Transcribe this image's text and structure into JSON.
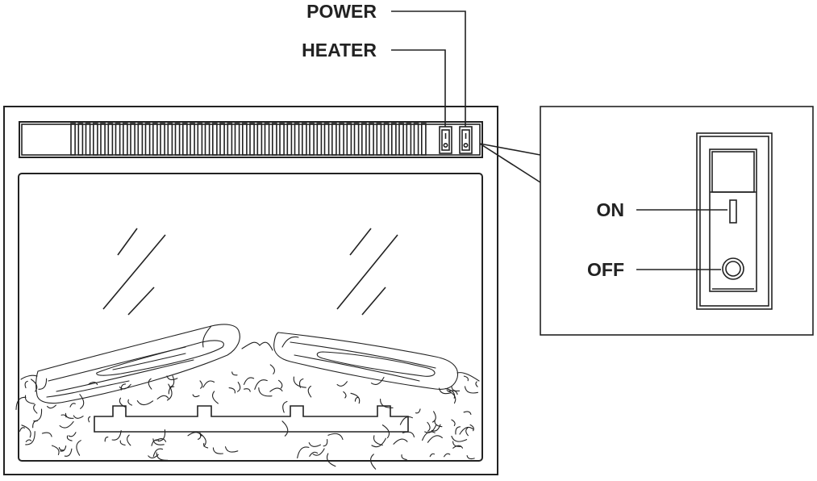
{
  "labels": {
    "power": "POWER",
    "heater": "HEATER",
    "on": "ON",
    "off": "OFF"
  },
  "colors": {
    "line": "#222222",
    "background": "#ffffff"
  },
  "icons": {
    "power_switch": "rocker-switch-icon",
    "heater_switch": "rocker-switch-icon",
    "on_mark": "on-bar-icon",
    "off_mark": "off-circle-icon"
  }
}
